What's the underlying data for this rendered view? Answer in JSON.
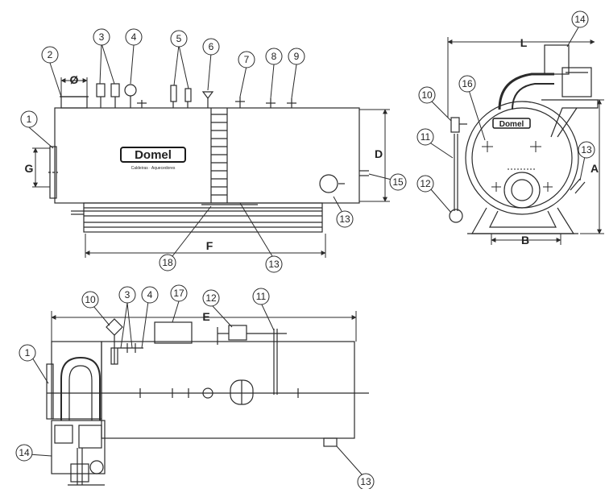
{
  "brand": {
    "logo_text": "Domel",
    "logo_subtext": "Caldeiras · Aquecedores"
  },
  "callouts": {
    "side": [
      "1",
      "2",
      "3",
      "4",
      "5",
      "6",
      "7",
      "8",
      "9",
      "15",
      "13",
      "18",
      "13"
    ],
    "front": [
      "14",
      "10",
      "16",
      "11",
      "13",
      "12"
    ],
    "top": [
      "10",
      "3",
      "4",
      "17",
      "12",
      "11",
      "1",
      "14",
      "13"
    ]
  },
  "dimensions": {
    "diameter_symbol": "Ø",
    "G": "G",
    "D": "D",
    "F": "F",
    "L": "L",
    "A": "A",
    "B": "B",
    "E": "E"
  },
  "colors": {
    "line": "#2a2a2a",
    "paper": "#ffffff",
    "logo_fill": "#1a1a1a"
  }
}
